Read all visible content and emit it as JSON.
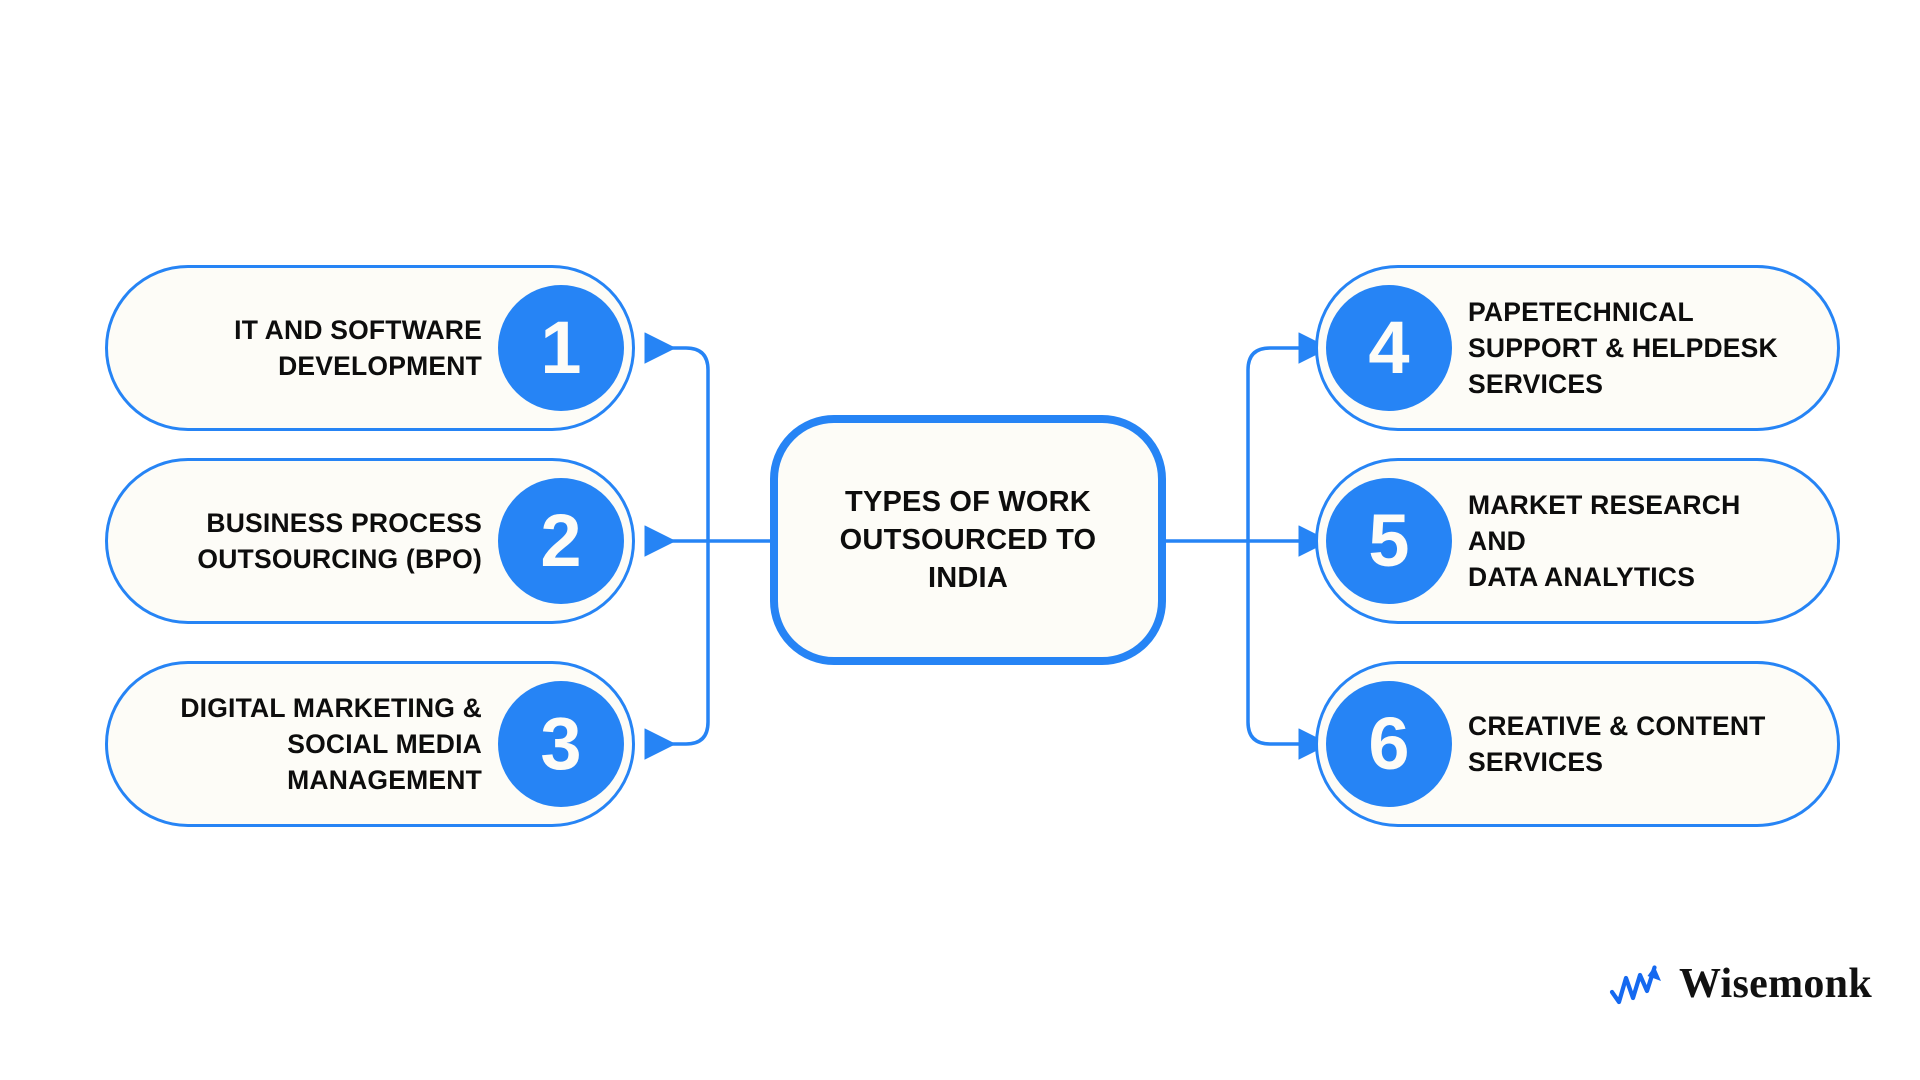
{
  "diagram": {
    "title": "Types of work outsourced to India",
    "colors": {
      "accent_blue": "#2684F5",
      "card_background": "#FDFCF7",
      "text": "#0D0D0D",
      "page_background": "#FFFFFF"
    },
    "hub": {
      "label": "TYPES OF WORK\nOUTSOURCED TO\nINDIA"
    },
    "left_branches": [
      {
        "number": "1",
        "label": "IT AND SOFTWARE\nDEVELOPMENT"
      },
      {
        "number": "2",
        "label": "BUSINESS PROCESS\nOUTSOURCING (BPO)"
      },
      {
        "number": "3",
        "label": "DIGITAL MARKETING &\nSOCIAL MEDIA\nMANAGEMENT"
      }
    ],
    "right_branches": [
      {
        "number": "4",
        "label": "PAPETECHNICAL\nSUPPORT & HELPDESK\nSERVICES"
      },
      {
        "number": "5",
        "label": "MARKET RESEARCH AND\nDATA ANALYTICS"
      },
      {
        "number": "6",
        "label": "CREATIVE & CONTENT\nSERVICES"
      }
    ]
  },
  "brand": {
    "name": "Wisemonk",
    "mark_icon": "zigzag-arrow-up-icon",
    "mark_color": "#1569F0"
  }
}
